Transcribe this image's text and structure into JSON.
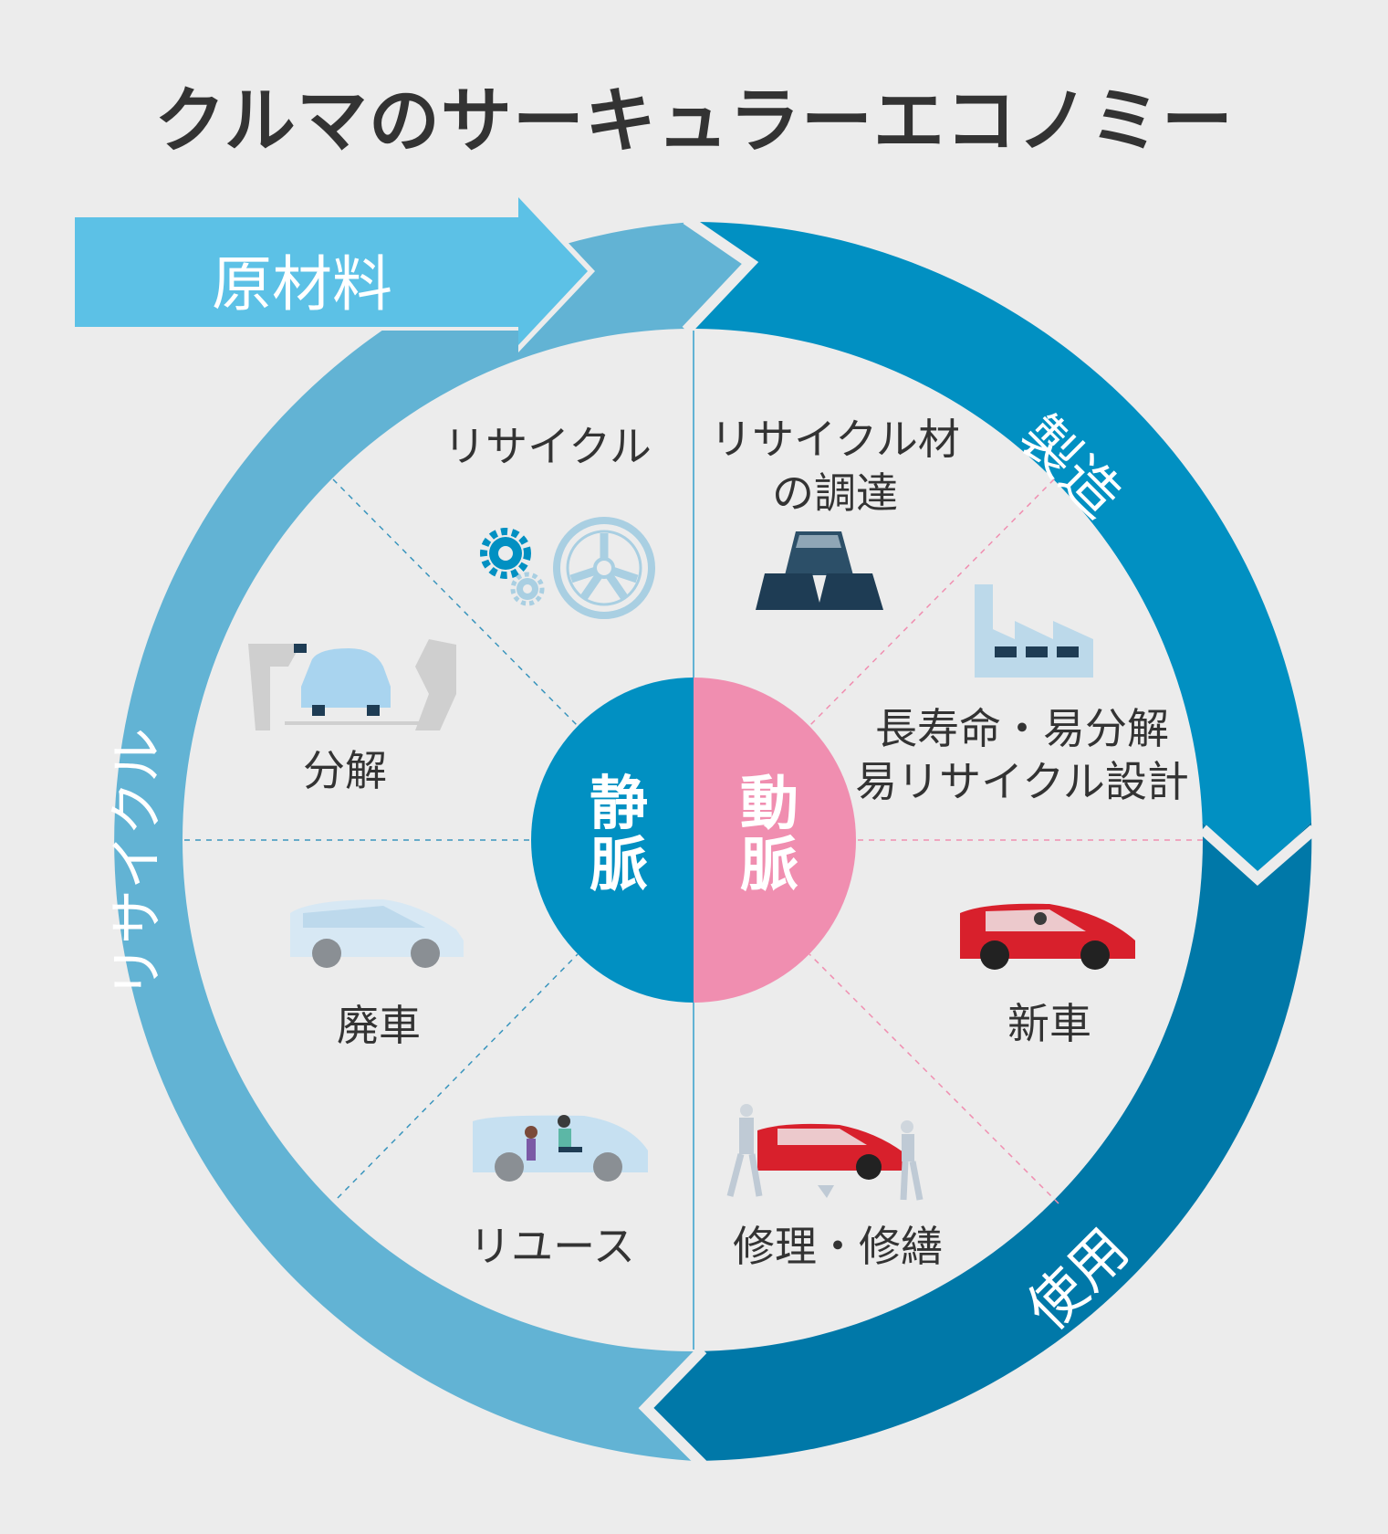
{
  "title": "クルマのサーキュラーエコノミー",
  "arcs": {
    "raw_material": "原材料",
    "manufacturing": "製造",
    "use": "使用",
    "recycle": "リサイクル"
  },
  "center": {
    "left": "静脈",
    "right": "動脈"
  },
  "segments": {
    "recycle": "リサイクル",
    "procure": "リサイクル材\nの調達",
    "design": "長寿命・易分解\n易リサイクル設計",
    "new_car": "新車",
    "repair": "修理・修繕",
    "reuse": "リユース",
    "scrap": "廃車",
    "disassembly": "分解"
  },
  "colors": {
    "light_blue": "#62b3d4",
    "arrow_blue": "#5cc1e6",
    "mid_blue": "#0190c2",
    "dark_blue": "#0078a8",
    "pink": "#f08eb0",
    "car_red": "#d8202c"
  }
}
